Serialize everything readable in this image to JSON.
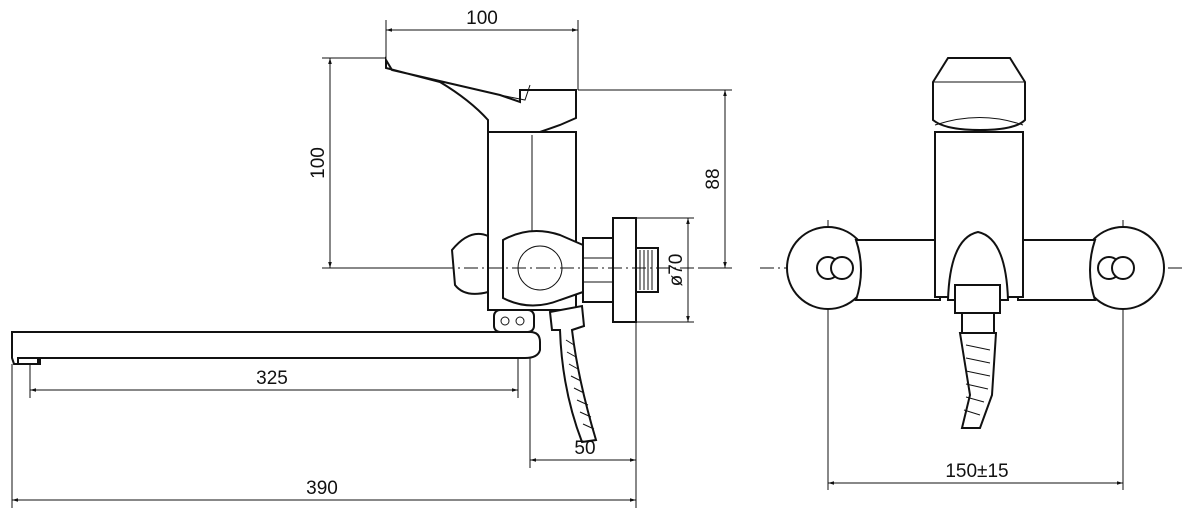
{
  "drawing": {
    "side_view": {
      "dimensions": {
        "lever_width": "100",
        "total_height": "100",
        "axis_height": "88",
        "flange_diameter": "ø70",
        "spout_length": "325",
        "hose_offset": "50",
        "total_length": "390"
      }
    },
    "front_view": {
      "dimensions": {
        "center_distance": "150±15"
      }
    }
  }
}
